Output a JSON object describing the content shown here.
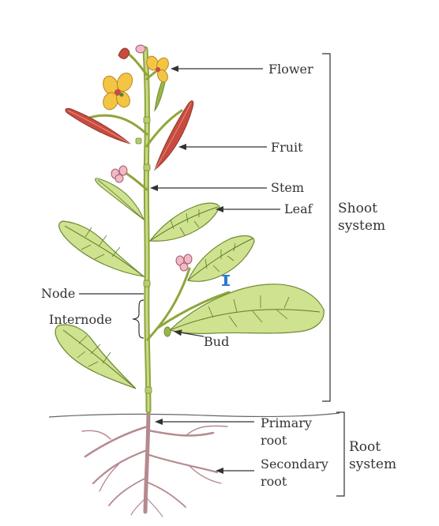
{
  "colors": {
    "stem_dark": "#8fa63a",
    "stem_light": "#c9d98a",
    "leaf_fill": "#cfe28f",
    "leaf_vein": "#5f7a2a",
    "petal_yellow": "#f4c542",
    "petal_pink": "#f2b8c6",
    "fruit_red": "#c94b3f",
    "root": "#b58a8e",
    "arrow": "#333333",
    "marker_blue": "#2a7ccf"
  },
  "labels": {
    "flower": "Flower",
    "fruit": "Fruit",
    "stem": "Stem",
    "leaf": "Leaf",
    "node": "Node",
    "internode": "Internode",
    "bud": "Bud",
    "primary_root_1": "Primary",
    "primary_root_2": "root",
    "secondary_root_1": "Secondary",
    "secondary_root_2": "root"
  },
  "groups": {
    "shoot_1": "Shoot",
    "shoot_2": "system",
    "root_1": "Root",
    "root_2": "system"
  }
}
